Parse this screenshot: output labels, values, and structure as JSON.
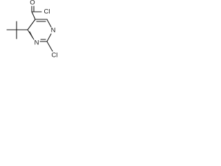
{
  "structure": {
    "atoms": {
      "carbonyl_oxygen": "O",
      "acyl_chlorine": "Cl",
      "ring_nitrogen_top": "N",
      "ring_nitrogen_bottom": "N",
      "ring_chlorine": "Cl"
    },
    "colors": {
      "bond": "#1a1a1a",
      "label": "#1a1a1a",
      "background": "#ffffff"
    }
  }
}
